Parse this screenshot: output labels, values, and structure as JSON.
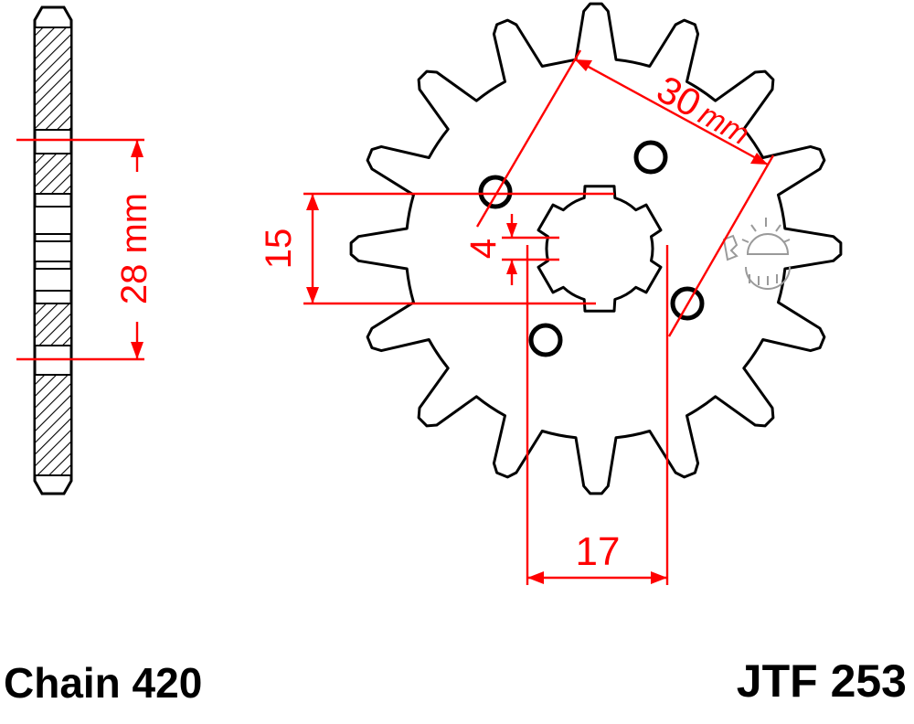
{
  "dimensions": {
    "chain_width": "28 mm",
    "bolt_circle": "30 mm",
    "bolt_circle_value": "30",
    "bolt_circle_unit": "mm",
    "bore_flat": "15",
    "spline_depth": "4",
    "bore_diameter": "17"
  },
  "footer": {
    "chain": "Chain 420",
    "part_number": "JTF 253"
  },
  "colors": {
    "outline": "#000000",
    "dimension": "#ff0000",
    "hatch": "#000000",
    "logo": "#9a9a9a"
  }
}
